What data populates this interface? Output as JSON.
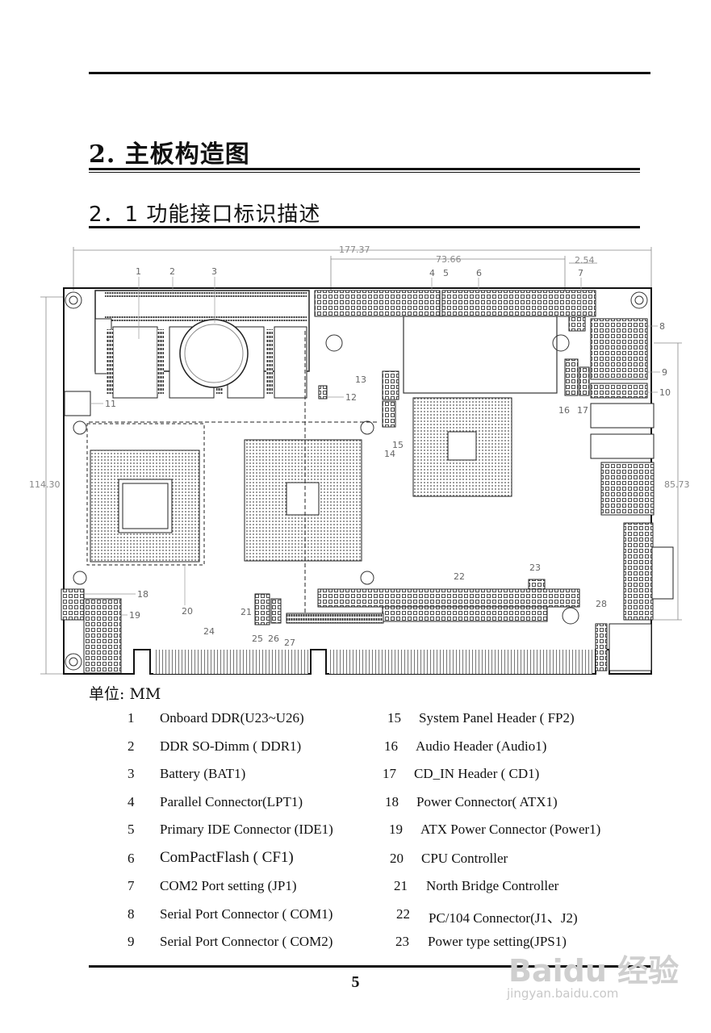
{
  "section_title": "2.  主板构造图",
  "subsection_title": "2．1 功能接口标识描述",
  "units_label": "单位: MM",
  "page_number": "5",
  "watermark": {
    "brand": "Baidu 经验",
    "url": "jingyan.baidu.com"
  },
  "diagram": {
    "dimensions": {
      "width_total": "177.37",
      "width_mid": "73.66",
      "width_small": "2.54",
      "height_left": "114.30",
      "height_right": "85.73"
    },
    "callouts": [
      "1",
      "2",
      "3",
      "4",
      "5",
      "6",
      "7",
      "8",
      "9",
      "10",
      "11",
      "12",
      "13",
      "14",
      "15",
      "16",
      "17",
      "18",
      "19",
      "20",
      "21",
      "22",
      "23",
      "24",
      "25",
      "26",
      "27",
      "28"
    ]
  },
  "legend": [
    {
      "num": "1",
      "label": "Onboard DDR(U23~U26)"
    },
    {
      "num": "2",
      "label": "DDR SO-Dimm ( DDR1)"
    },
    {
      "num": "3",
      "label": "Battery (BAT1)"
    },
    {
      "num": "4",
      "label": "Parallel Connector(LPT1)"
    },
    {
      "num": "5",
      "label": "Primary IDE Connector (IDE1)"
    },
    {
      "num": "6",
      "label": "ComPactFlash ( CF1)"
    },
    {
      "num": "7",
      "label": "COM2 Port setting (JP1)"
    },
    {
      "num": "8",
      "label": "Serial Port Connector ( COM1)"
    },
    {
      "num": "9",
      "label": "Serial Port Connector ( COM2)"
    },
    {
      "num": "15",
      "label": "System Panel Header ( FP2)"
    },
    {
      "num": "16",
      "label": "Audio Header (Audio1)"
    },
    {
      "num": "17",
      "label": "CD_IN Header ( CD1)"
    },
    {
      "num": "18",
      "label": "Power Connector( ATX1)"
    },
    {
      "num": "19",
      "label": "ATX Power Connector (Power1)"
    },
    {
      "num": "20",
      "label": "CPU Controller"
    },
    {
      "num": "21",
      "label": "North Bridge Controller"
    },
    {
      "num": "22",
      "label": "PC/104 Connector(J1、J2)"
    },
    {
      "num": "23",
      "label": "Power type setting(JPS1)"
    }
  ]
}
